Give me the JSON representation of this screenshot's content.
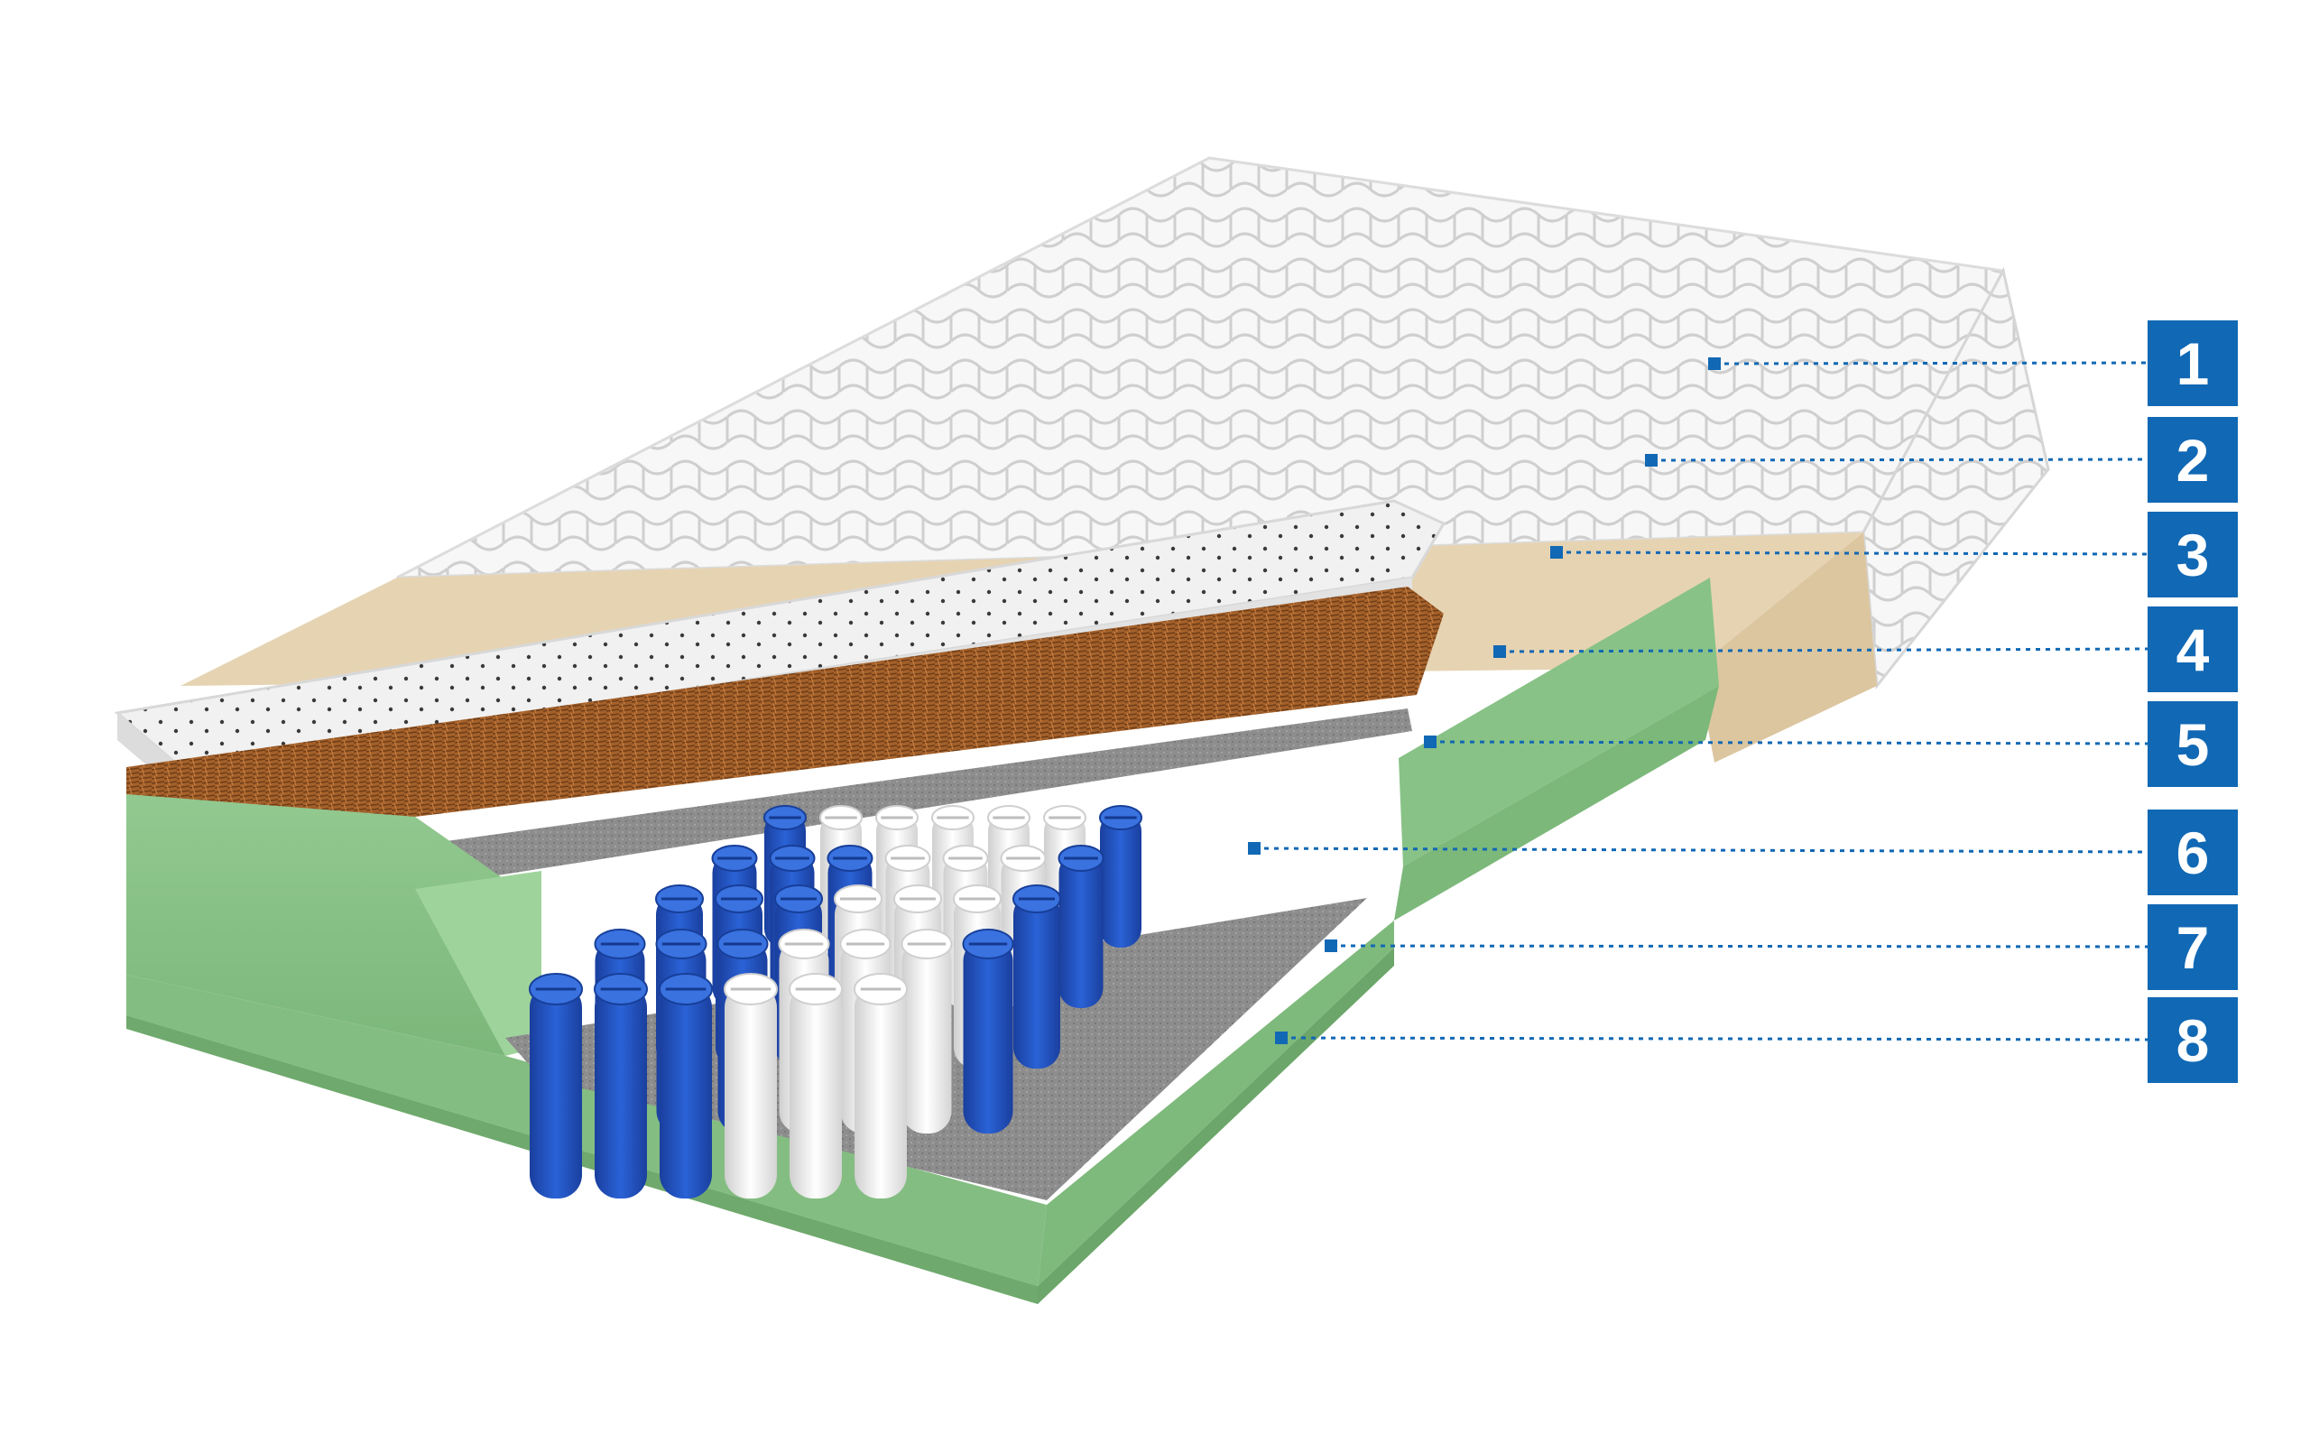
{
  "diagram": {
    "labels": [
      "1",
      "2",
      "3",
      "4",
      "5",
      "6",
      "7",
      "8"
    ]
  },
  "colors": {
    "label_badge": "#1168b4",
    "leader_line": "#1168b4",
    "marker": "#1168b4",
    "cover_quilted": "#f6f6f6",
    "latex_foam": "#e8d5b4",
    "ventilated_foam": "#ececec",
    "coconut_fiber": "#a5612c",
    "felt_mat": "#8f8f8f",
    "spring_blue": "#1b55c9",
    "spring_white": "#f2f2f2",
    "frame_foam": "#8cc48a"
  }
}
